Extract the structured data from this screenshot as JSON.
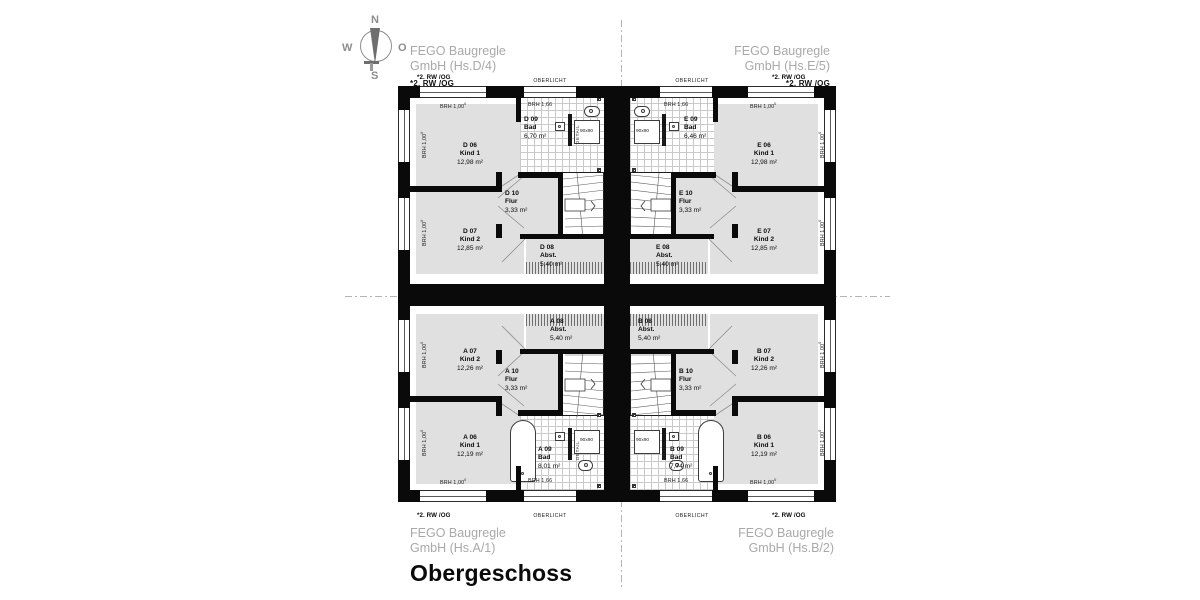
{
  "sheet": {
    "title": "Obergeschoss",
    "compass": {
      "north": "N",
      "south": "S",
      "west": "W",
      "east": "O"
    }
  },
  "corner_labels": [
    {
      "id": "hs-d-4",
      "company": "FEGO Baugregle",
      "entity": "GmbH (Hs.D/4)",
      "note": "*2. RW /OG"
    },
    {
      "id": "hs-e-5",
      "company": "FEGO Baugregle",
      "entity": "GmbH (Hs.E/5)",
      "note": "*2. RW /OG"
    },
    {
      "id": "hs-a-1",
      "company": "FEGO Baugregle",
      "entity": "GmbH (Hs.A/1)",
      "note": "*2. RW /OG"
    },
    {
      "id": "hs-b-2",
      "company": "FEGO Baugregle",
      "entity": "GmbH (Hs.B/2)",
      "note": "*2. RW /OG"
    }
  ],
  "rw_labels": {
    "top_left": "*2. RW /OG",
    "top_right": "*2. RW /OG",
    "bottom_left": "*2. RW /OG",
    "bottom_right": "*2. RW /OG"
  },
  "skylight_label": "OBERLICHT",
  "brh": {
    "window_100": "BRH 1,00",
    "window_166": "BRH 1,66",
    "sup": "0"
  },
  "fixtures": {
    "shower_size": "90x90",
    "detail_text": "DETAIL"
  },
  "units": [
    {
      "unit": "D",
      "position": "top-left",
      "rooms": [
        {
          "code": "D 06",
          "name": "Kind 1",
          "area": "12,98 m²"
        },
        {
          "code": "D 07",
          "name": "Kind 2",
          "area": "12,85 m²"
        },
        {
          "code": "D 08",
          "name": "Abst.",
          "area": "5,40 m²"
        },
        {
          "code": "D 09",
          "name": "Bad",
          "area": "6,70 m²"
        },
        {
          "code": "D 10",
          "name": "Flur",
          "area": "3,33 m²"
        }
      ]
    },
    {
      "unit": "E",
      "position": "top-right",
      "rooms": [
        {
          "code": "E 06",
          "name": "Kind 1",
          "area": "12,98 m²"
        },
        {
          "code": "E 07",
          "name": "Kind 2",
          "area": "12,85 m²"
        },
        {
          "code": "E 08",
          "name": "Abst.",
          "area": "5,40 m²"
        },
        {
          "code": "E 09",
          "name": "Bad",
          "area": "6,46 m²"
        },
        {
          "code": "E 10",
          "name": "Flur",
          "area": "3,33 m²"
        }
      ]
    },
    {
      "unit": "A",
      "position": "bottom-left",
      "rooms": [
        {
          "code": "A 06",
          "name": "Kind 1",
          "area": "12,19 m²"
        },
        {
          "code": "A 07",
          "name": "Kind 2",
          "area": "12,26 m²"
        },
        {
          "code": "A 08",
          "name": "Abst.",
          "area": "5,40 m²"
        },
        {
          "code": "A 09",
          "name": "Bad",
          "area": "8,01 m²"
        },
        {
          "code": "A 10",
          "name": "Flur",
          "area": "3,33 m²"
        }
      ]
    },
    {
      "unit": "B",
      "position": "bottom-right",
      "rooms": [
        {
          "code": "B 06",
          "name": "Kind 1",
          "area": "12,19 m²"
        },
        {
          "code": "B 07",
          "name": "Kind 2",
          "area": "12,26 m²"
        },
        {
          "code": "B 08",
          "name": "Abst.",
          "area": "5,40 m²"
        },
        {
          "code": "B 09",
          "name": "Bad",
          "area": "7,74 m²"
        },
        {
          "code": "B 10",
          "name": "Flur",
          "area": "3,33 m²"
        }
      ]
    }
  ],
  "colors": {
    "wall": "#0a0a0a",
    "room_fill": "#e0e0e0",
    "paper": "#ffffff",
    "label_grey": "#a9a9a9",
    "axis_grey": "#b4b4b4"
  }
}
